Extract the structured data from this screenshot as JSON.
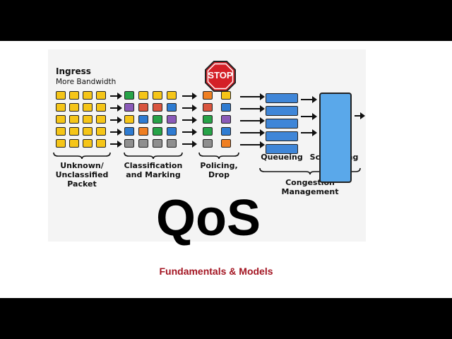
{
  "diagram": {
    "ingress_title": "Ingress",
    "ingress_subtitle": "More Bandwidth",
    "stop_label": "STOP",
    "stages": [
      {
        "label": "Unknown/\nUnclassified\nPacket"
      },
      {
        "label": "Classification\nand Marking"
      },
      {
        "label": "Policing,\nDrop"
      },
      {
        "label": "Queueing"
      },
      {
        "label": "Scheduling"
      },
      {
        "label": "Congestion\nManagement"
      }
    ],
    "grids": {
      "unclassified": [
        [
          "y",
          "y",
          "y",
          "y"
        ],
        [
          "y",
          "y",
          "y",
          "y"
        ],
        [
          "y",
          "y",
          "y",
          "y"
        ],
        [
          "y",
          "y",
          "y",
          "y"
        ],
        [
          "y",
          "y",
          "y",
          "y"
        ]
      ],
      "classified": [
        [
          "g",
          "y",
          "y",
          "y"
        ],
        [
          "p",
          "r",
          "r",
          "b"
        ],
        [
          "y",
          "b",
          "g",
          "p"
        ],
        [
          "b",
          "o",
          "g",
          "b"
        ],
        [
          "k",
          "k",
          "k",
          "k"
        ]
      ],
      "policed": [
        [
          "o",
          "y"
        ],
        [
          "r",
          "b"
        ],
        [
          "g",
          "p"
        ],
        [
          "g",
          "b"
        ],
        [
          "k",
          "o"
        ]
      ]
    },
    "colors": {
      "y": "#f5c518",
      "g": "#27a348",
      "p": "#8a5ab8",
      "r": "#d9553f",
      "b": "#2e7bd1",
      "o": "#ef7f22",
      "k": "#8f8f8f",
      "stop_red": "#d42027",
      "subtitle_red": "#a31522"
    }
  },
  "title": "QoS",
  "subtitle": "Fundamentals & Models"
}
